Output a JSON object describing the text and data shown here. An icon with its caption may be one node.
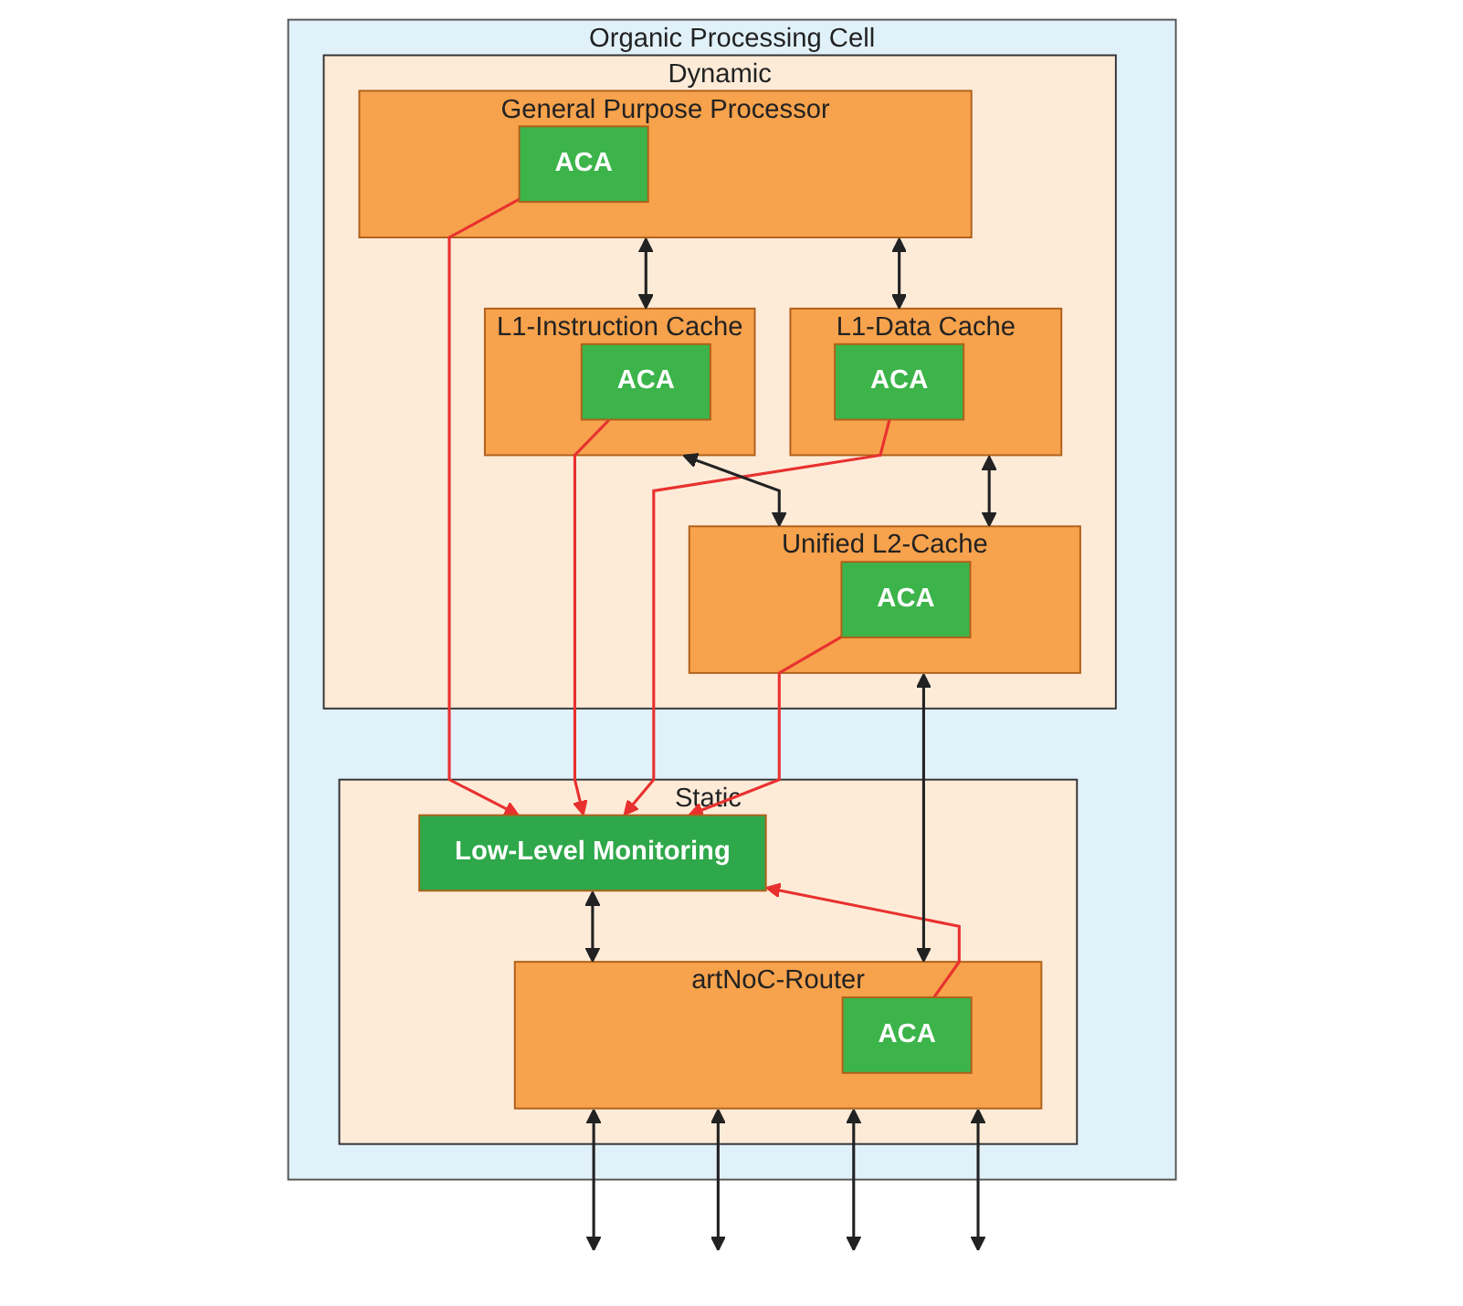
{
  "diagram": {
    "nodes": [
      {
        "text": [
          "Organic Processing Cell"
        ]
      },
      {
        "text": [
          "Dynamic"
        ],
        "in": 0
      },
      {
        "text": [
          "General Purpose Processor"
        ],
        "in": 1
      },
      {
        "text": [
          "ACA"
        ],
        "in": 2
      },
      {
        "text": [
          "L1-Instruction Cache"
        ],
        "in": 1
      },
      {
        "text": [
          "ACA"
        ],
        "in": 4
      },
      {
        "text": [
          "L1-Data Cache"
        ],
        "in": 1
      },
      {
        "text": [
          "ACA"
        ],
        "in": 6
      },
      {
        "text": [
          "Unified L2-Cache"
        ],
        "in": 1
      },
      {
        "text": [
          "ACA"
        ],
        "in": 8
      },
      {
        "text": [
          "Static"
        ],
        "in": 0
      },
      {
        "text": [
          "Low-Level Monitoring"
        ],
        "in": 10
      },
      {
        "text": [
          "artNoC-Router"
        ],
        "in": 10
      },
      {
        "text": [
          "ACA"
        ],
        "in": 12
      }
    ],
    "edges": [
      {
        "from": 3,
        "to": 11,
        "arrow": "to",
        "color": "#e8312f"
      },
      {
        "from": 2,
        "to": 4,
        "arrow": "both"
      },
      {
        "from": 2,
        "to": 6,
        "arrow": "both"
      },
      {
        "from": 5,
        "to": 11,
        "arrow": "to",
        "color": "#e8312f"
      },
      {
        "from": 7,
        "to": 11,
        "arrow": "to",
        "color": "#e8312f"
      },
      {
        "from": 4,
        "to": 8,
        "arrow": "both"
      },
      {
        "from": 6,
        "to": 8,
        "arrow": "both"
      },
      {
        "from": 9,
        "to": 11,
        "arrow": "to",
        "color": "#e8312f"
      },
      {
        "from": 11,
        "to": 12,
        "arrow": "both"
      },
      {
        "from": 13,
        "to": 11,
        "arrow": "to",
        "color": "#e8312f"
      },
      {
        "from": 8,
        "to": 12,
        "arrow": "both"
      },
      {
        "from": 12,
        "to": null,
        "arrow": "both"
      },
      {
        "from": 12,
        "to": null,
        "arrow": "both"
      },
      {
        "from": 12,
        "to": null,
        "arrow": "both"
      },
      {
        "from": 12,
        "to": null,
        "arrow": "both"
      }
    ]
  }
}
